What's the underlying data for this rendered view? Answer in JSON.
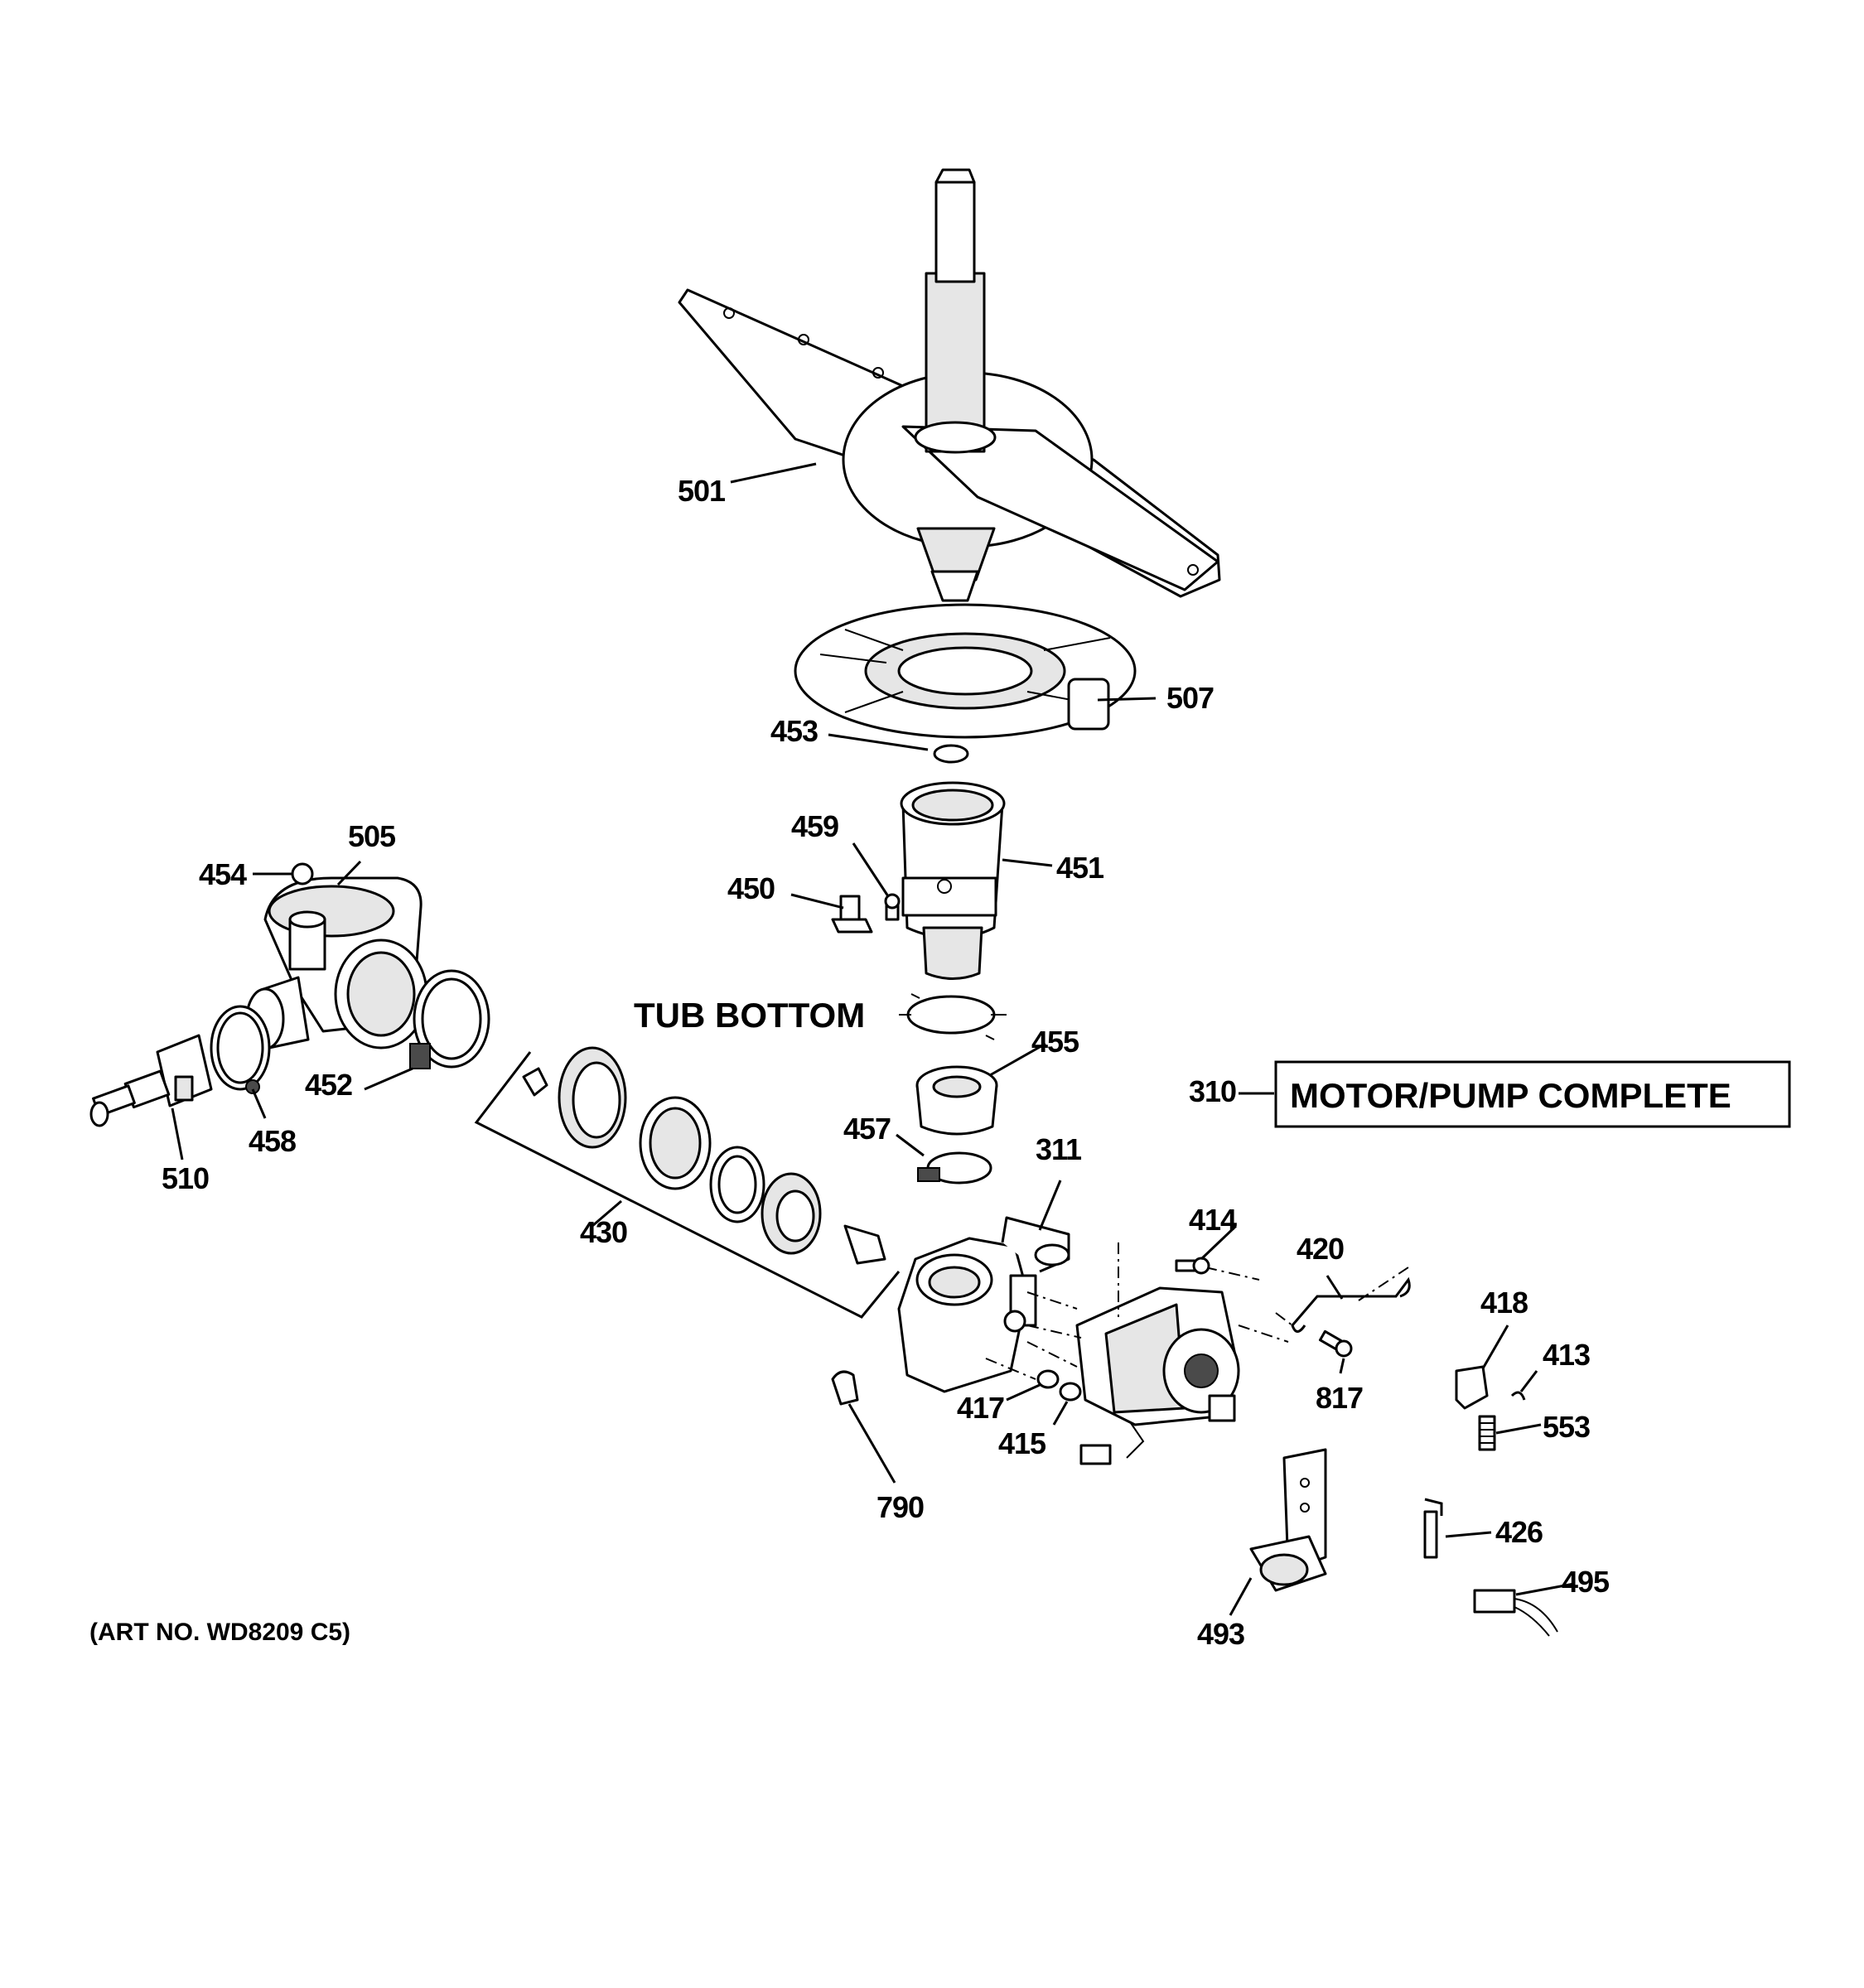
{
  "diagram": {
    "callouts": {
      "c501": "501",
      "c507": "507",
      "c453": "453",
      "c459": "459",
      "c451": "451",
      "c450": "450",
      "c454": "454",
      "c505": "505",
      "c455": "455",
      "c452": "452",
      "c458": "458",
      "c510": "510",
      "c457": "457",
      "c430": "430",
      "c311": "311",
      "c310": "310",
      "c414": "414",
      "c420": "420",
      "c418": "418",
      "c413": "413",
      "c553": "553",
      "c817": "817",
      "c417": "417",
      "c415": "415",
      "c790": "790",
      "c426": "426",
      "c495": "495",
      "c493": "493"
    },
    "tub_bottom_label": "TUB BOTTOM",
    "motor_pump_label": "MOTOR/PUMP COMPLETE",
    "art_number": "(ART NO. WD8209 C5)"
  }
}
